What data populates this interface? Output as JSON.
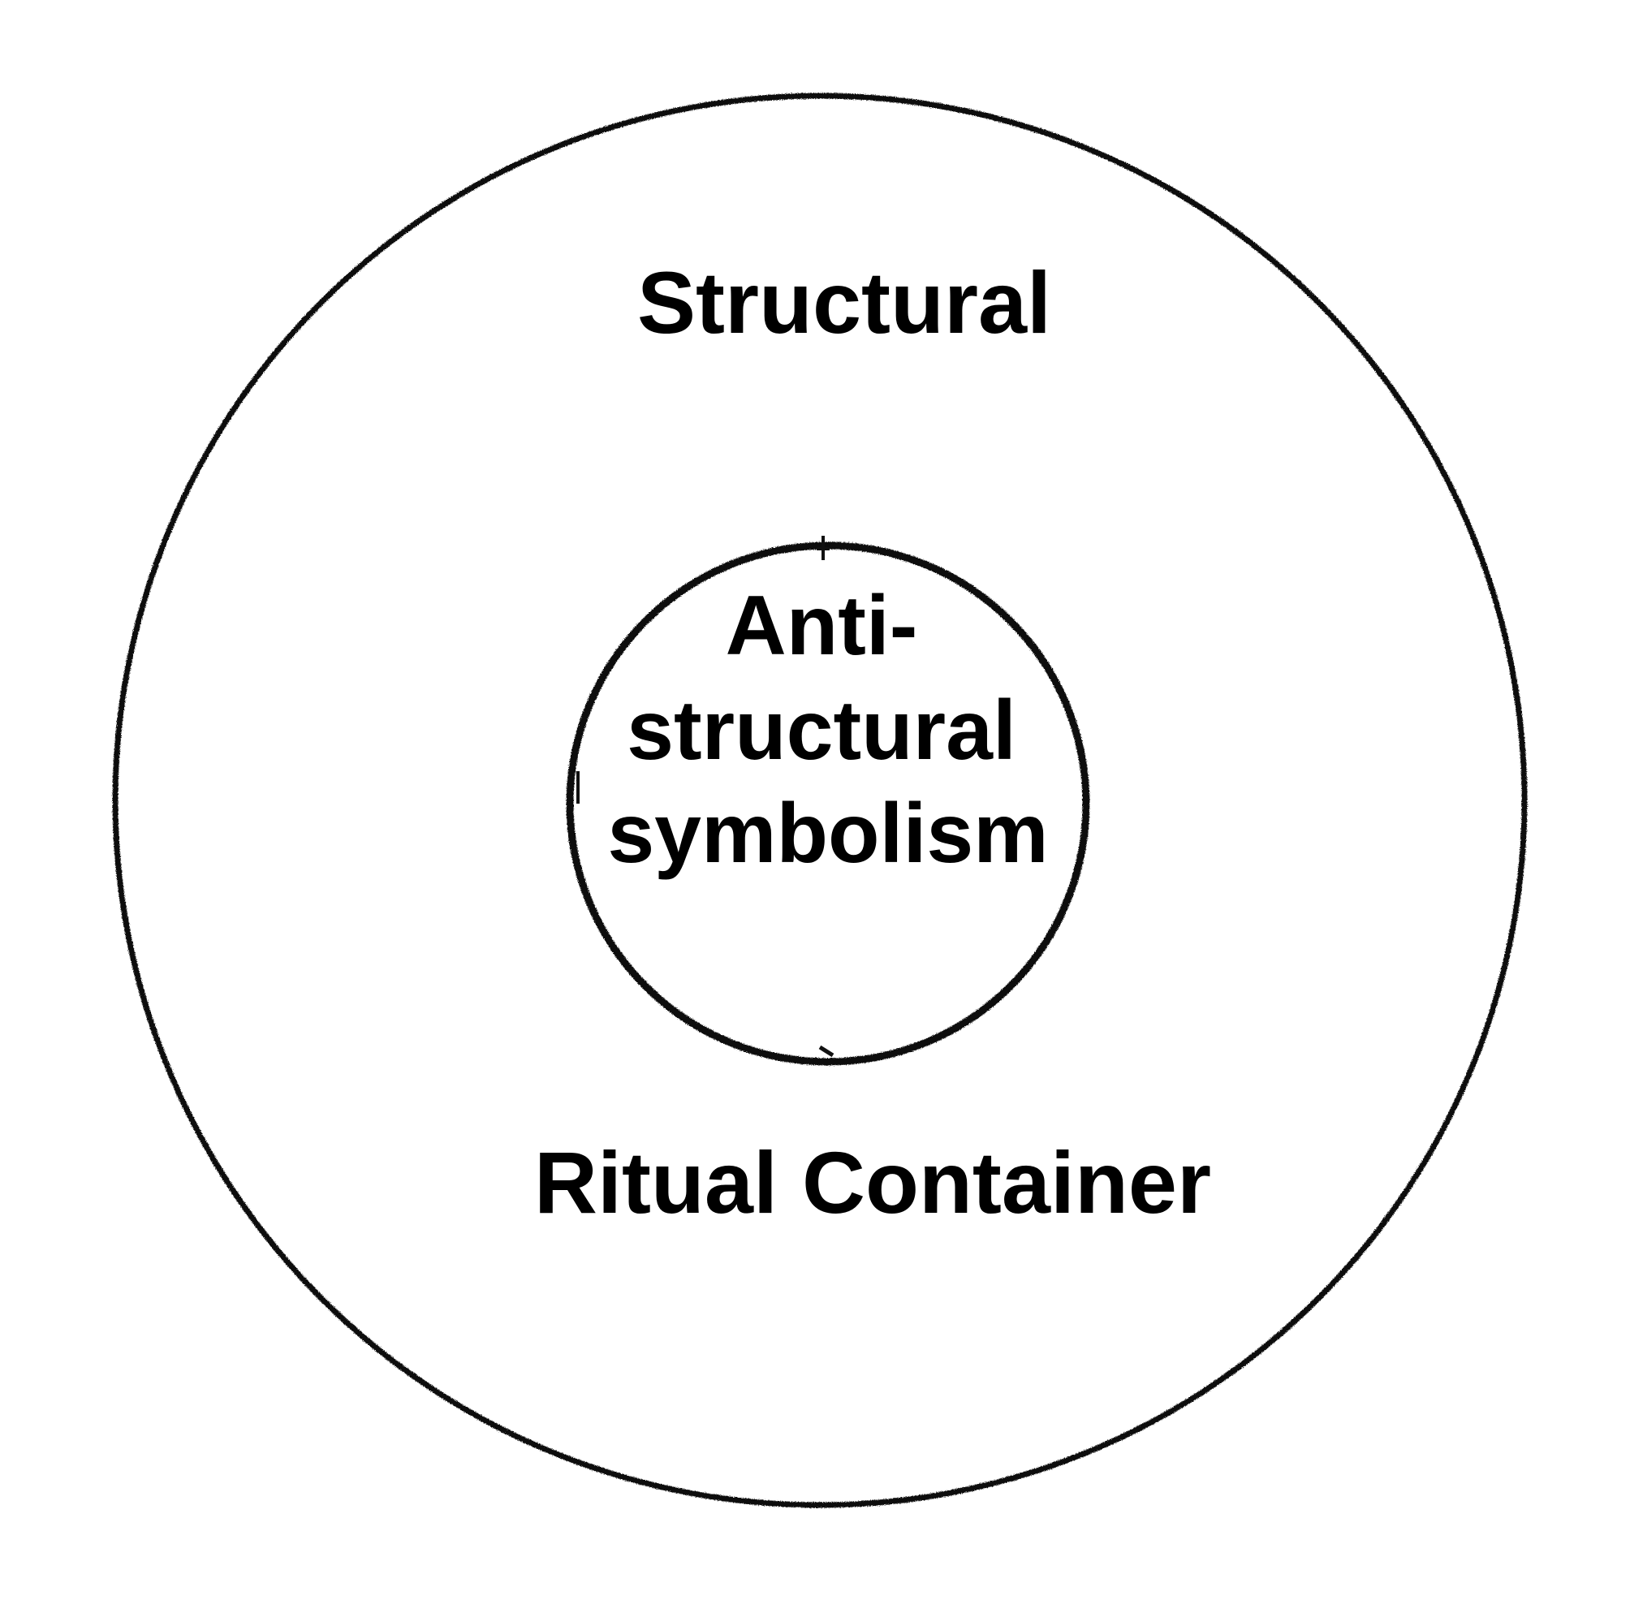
{
  "diagram": {
    "outer_label": "Structural",
    "bottom_label": "Ritual Container",
    "inner_label_lines": [
      "Anti-",
      "structural",
      "symbolism"
    ],
    "colors": {
      "ink": "#111111",
      "background": "#ffffff"
    }
  }
}
